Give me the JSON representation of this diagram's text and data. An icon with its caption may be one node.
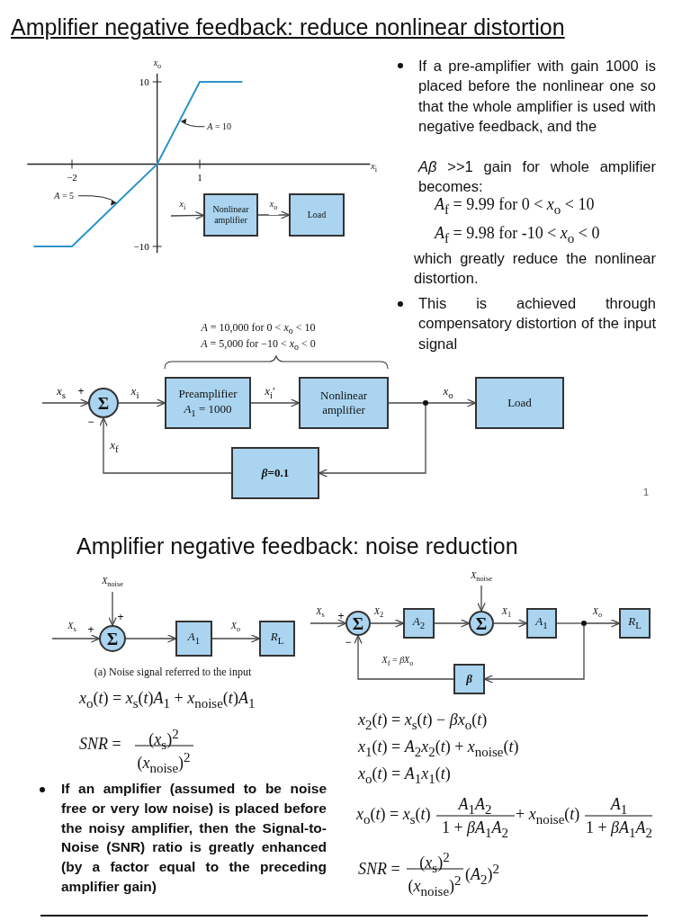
{
  "diagram": {
    "title": "Amplifier negative feedback: reduce nonlinear distortion",
    "nodes": [
      {
        "text": [
          "Nonlinear amplifier"
        ]
      },
      {
        "text": [
          "Load"
        ]
      },
      {
        "text": [
          "Σ"
        ]
      },
      {
        "text": [
          "Preamplifier",
          "*A*$_{1}$ = 1000"
        ]
      },
      {
        "text": [
          "Nonlinear amplifier"
        ]
      },
      {
        "text": [],
        "shape": "circle"
      },
      {
        "text": [
          "Load"
        ]
      },
      {
        "text": [
          "*β*=0.1"
        ]
      },
      {
        "text": [
          "*X*$_{noise}$"
        ]
      },
      {
        "text": [
          "Σ"
        ]
      },
      {
        "text": [
          "*A*$_{1}$"
        ]
      },
      {
        "text": [
          "*R*$_{L}$"
        ]
      },
      {
        "text": [
          "*X*$_{noise}$"
        ]
      },
      {
        "text": [
          "Σ"
        ]
      },
      {
        "text": [
          "*A*$_{2}$"
        ]
      },
      {
        "text": [
          "Σ"
        ]
      },
      {
        "text": [
          "*A*$_{1}$"
        ]
      },
      {
        "text": [],
        "shape": "circle"
      },
      {
        "text": [
          "*R*$_{L}$"
        ]
      },
      {
        "text": [
          "*β*"
        ]
      }
    ],
    "edges": [
      {
        "from": null,
        "to": 0,
        "arrow": "to",
        "label": "*x*$_{i}$"
      },
      {
        "from": 0,
        "to": 1,
        "arrow": "to",
        "label": "*x*$_{o}$"
      },
      {
        "from": null,
        "to": 2,
        "arrow": "to",
        "label": "*x*$_{s}$"
      },
      {
        "from": 2,
        "to": 3,
        "arrow": "to",
        "label": "*x*$_{i}$"
      },
      {
        "from": 3,
        "to": 4,
        "arrow": "to",
        "label": "*x*$_{i}$′"
      },
      {
        "from": 4,
        "to": 5,
        "arrow": "none"
      },
      {
        "from": 5,
        "to": 6,
        "arrow": "to",
        "label": "*x*$_{o}$"
      },
      {
        "from": 5,
        "to": 7,
        "arrow": "to"
      },
      {
        "from": 7,
        "to": 2,
        "arrow": "to",
        "label": "*x*$_{f}$"
      },
      {
        "from": 8,
        "to": 9,
        "arrow": "to"
      },
      {
        "from": null,
        "to": 9,
        "arrow": "to",
        "label": "*X*$_{s}$"
      },
      {
        "from": 9,
        "to": 10,
        "arrow": "to"
      },
      {
        "from": 10,
        "to": 11,
        "arrow": "to",
        "label": "*X*$_{o}$"
      },
      {
        "from": null,
        "to": 13,
        "arrow": "to",
        "label": "*X*$_{s}$"
      },
      {
        "from": 13,
        "to": 14,
        "arrow": "to",
        "label": "*X*$_{2}$"
      },
      {
        "from": 14,
        "to": 15,
        "arrow": "to"
      },
      {
        "from": 12,
        "to": 15,
        "arrow": "to"
      },
      {
        "from": 15,
        "to": 16,
        "arrow": "to",
        "label": "*X*$_{1}$"
      },
      {
        "from": 16,
        "to": 17,
        "arrow": "none"
      },
      {
        "from": 17,
        "to": 18,
        "arrow": "to",
        "label": "*X*$_{o}$"
      },
      {
        "from": 17,
        "to": 19,
        "arrow": "to"
      },
      {
        "from": 19,
        "to": 13,
        "arrow": "to",
        "label": "*X*$_{f}$ = *βX*$_{o}$"
      }
    ],
    "labels": [
      "If a pre-amplifier with gain 1000 is placed before the nonlinear one so that the whole amplifier is used with negative feedback, and the",
      "*Aβ* >>1 gain for whole amplifier becomes:",
      "*A*$_{f}$ = 9.99 for 0 < *x*$_{o}$ < 10",
      "*A*$_{f}$ = 9.98 for -10 < *x*$_{o}$ < 0",
      "which greatly reduce the nonlinear distortion.",
      "This is achieved through compensatory distortion of the input signal",
      "*A* = 10,000 for 0 < *x*$_{o}$ < 10",
      "*A* = 5,000 for −10 < *x*$_{o}$ < 0",
      "+",
      "−",
      "1",
      "Amplifier negative feedback: noise reduction",
      "+",
      "+",
      "(a) Noise signal referred to the input",
      "*x*$_{o}$(*t*) = *x*$_{s}$(*t*)*A*$_{1}$ + *x*$_{noise}$(*t*)*A*$_{1}$",
      "*SNR* =",
      "(*x*$_{s}$)$^{2}$",
      "(*x*$_{noise}$)$^{2}$",
      "If an amplifier (assumed to be noise free or very low noise) is placed before the noisy amplifier, then the Signal-to-Noise (SNR) ratio is greatly enhanced (by a factor equal to the preceding amplifier gain)",
      "+",
      "−",
      "*x*$_{2}$(*t*) = *x*$_{s}$(*t*) − *βx*$_{o}$(*t*)",
      "*x*$_{1}$(*t*) = *A*$_{2}$*x*$_{2}$(*t*) + *x*$_{noise}$(*t*)",
      "*x*$_{o}$(*t*) = *A*$_{1}$*x*$_{1}$(*t*)",
      "*x*$_{o}$(*t*) = *x*$_{s}$(*t*)",
      "*A*$_{1}$*A*$_{2}$",
      "1 + *βA*$_{1}$*A*$_{2}$",
      "+ *x*$_{noise}$(*t*)",
      "*A*$_{1}$",
      "1 + *βA*$_{1}$*A*$_{2}$",
      "*SNR* =",
      "(*x*$_{s}$)$^{2}$",
      "(*x*$_{noise}$)$^{2}$",
      "(*A*$_{2}$)$^{2}$"
    ],
    "chart_data": {
      "type": "line",
      "xlabel": "*x*$_{i}$",
      "ylabel": "*x*$_{o}$",
      "x": [
        -2.9,
        -2,
        0,
        1,
        2
      ],
      "series": [
        {
          "color": "#2b93c9",
          "values": [
            -10,
            -10,
            0,
            10,
            10
          ]
        }
      ],
      "xlim": [
        -3.05,
        5.0
      ],
      "ylim": [
        -10.8,
        11
      ],
      "xticks": [
        {
          "value": -2,
          "label": "−2"
        },
        1
      ],
      "yticks": [
        10,
        {
          "value": -10,
          "label": "−10"
        }
      ],
      "annotations": [
        {
          "text": "*A* = 10",
          "x": 0.5,
          "y": 5
        },
        {
          "text": "*A* = 5",
          "x": -0.9,
          "y": -4.5
        }
      ]
    }
  }
}
